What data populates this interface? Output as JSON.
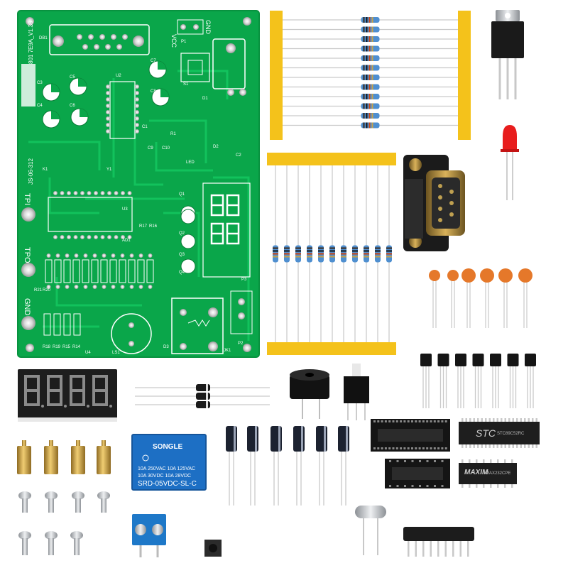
{
  "pcb": {
    "model_text": "801 7E9A_V1.35",
    "date_text": "JS-06-312",
    "pin_labels": [
      "TPI",
      "TPO",
      "GND"
    ],
    "header_labels": [
      "VCC",
      "GND"
    ],
    "refs": [
      "DB1",
      "C3",
      "C4",
      "C5",
      "C6",
      "U2",
      "C1",
      "C2",
      "C9",
      "C7",
      "C8",
      "C10",
      "K1",
      "Y1",
      "R1",
      "LED",
      "P1",
      "S1",
      "D1",
      "D2",
      "U3",
      "AD1",
      "LS1",
      "Q1",
      "Q2",
      "Q3",
      "Q4",
      "JK1",
      "P2",
      "P3",
      "D3",
      "U4",
      "R14",
      "R15",
      "R16",
      "R17",
      "R18",
      "R19",
      "R20",
      "R21"
    ]
  },
  "display_digits": [
    "8",
    "8",
    "8",
    "8"
  ],
  "relay": {
    "brand": "SONGLE",
    "rating_lines": [
      "10A 250VAC   10A 125VAC",
      "10A 30VDC   10A 28VDC"
    ],
    "model": "SRD-05VDC-SL-C"
  },
  "ic_large": {
    "brand": "STC",
    "subtitle": "STC89C52RC"
  },
  "ic_small": {
    "brand": "MAXIM",
    "subtitle": "MAX232CPE"
  },
  "colors": {
    "pcb": "#0aa64a",
    "pcb_trace": "#12c25a",
    "silkscreen": "#ffffff",
    "tape": "#f4c21b",
    "resistor": "#4f8fd0",
    "capacitor_ceramic": "#e5782a",
    "electrolytic": "#1c2230",
    "relay": "#1d6fc4",
    "terminal": "#1e78c8",
    "led": "#e81d1d",
    "brass": "#c9a047",
    "metal": "#b9bdc2"
  }
}
